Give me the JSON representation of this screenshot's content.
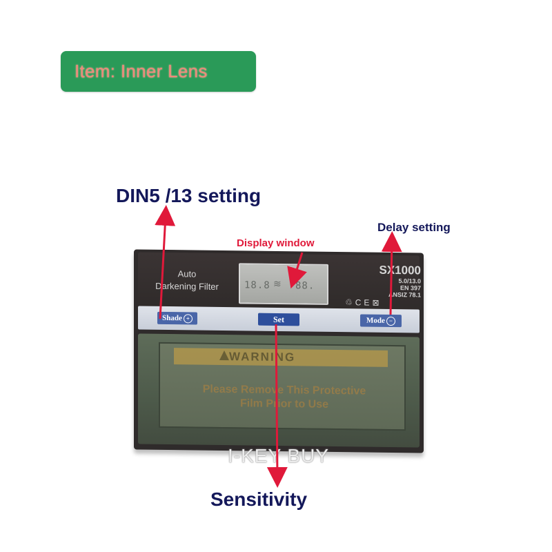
{
  "badge": {
    "text": "Item:  Inner Lens",
    "color": "#2a9a58"
  },
  "callouts": {
    "din": "DIN5 /13  setting",
    "display": "Display window",
    "delay": "Delay setting",
    "sensitivity": "Sensitivity"
  },
  "device": {
    "left_label_1": "Auto",
    "left_label_2": "Darkening Filter",
    "lcd_left": "18.8",
    "lcd_right": "88.",
    "model": "SX1000",
    "spec_1": "5.0/13.0",
    "spec_2": "EN 397",
    "spec_3": "ANSIZ 78.1",
    "cert_marks": "CE",
    "buttons": {
      "shade": "Shade",
      "set": "Set",
      "mode": "Mode"
    },
    "lens_warning": "WARNING",
    "lens_remove": "Please Remove This Protective Film Prior to Use"
  },
  "watermark": "I-KEY BUY",
  "colors": {
    "arrow": "#e0193a",
    "callout_text": "#14185a",
    "display_label": "#e0193a"
  },
  "icons": [
    "warning-triangle-icon",
    "plus-circle-icon",
    "minus-circle-icon",
    "arrow-up-icon",
    "arrow-down-icon"
  ]
}
